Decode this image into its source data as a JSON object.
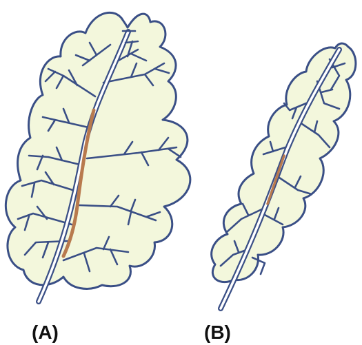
{
  "panels": [
    {
      "id": "A",
      "label": "(A)"
    },
    {
      "id": "B",
      "label": "(B)"
    }
  ],
  "colors": {
    "leaf_fill": "#f3f7dc",
    "outline": "#3a4f86",
    "midrib_tissue": "#b87a4e",
    "label": "#111111"
  }
}
